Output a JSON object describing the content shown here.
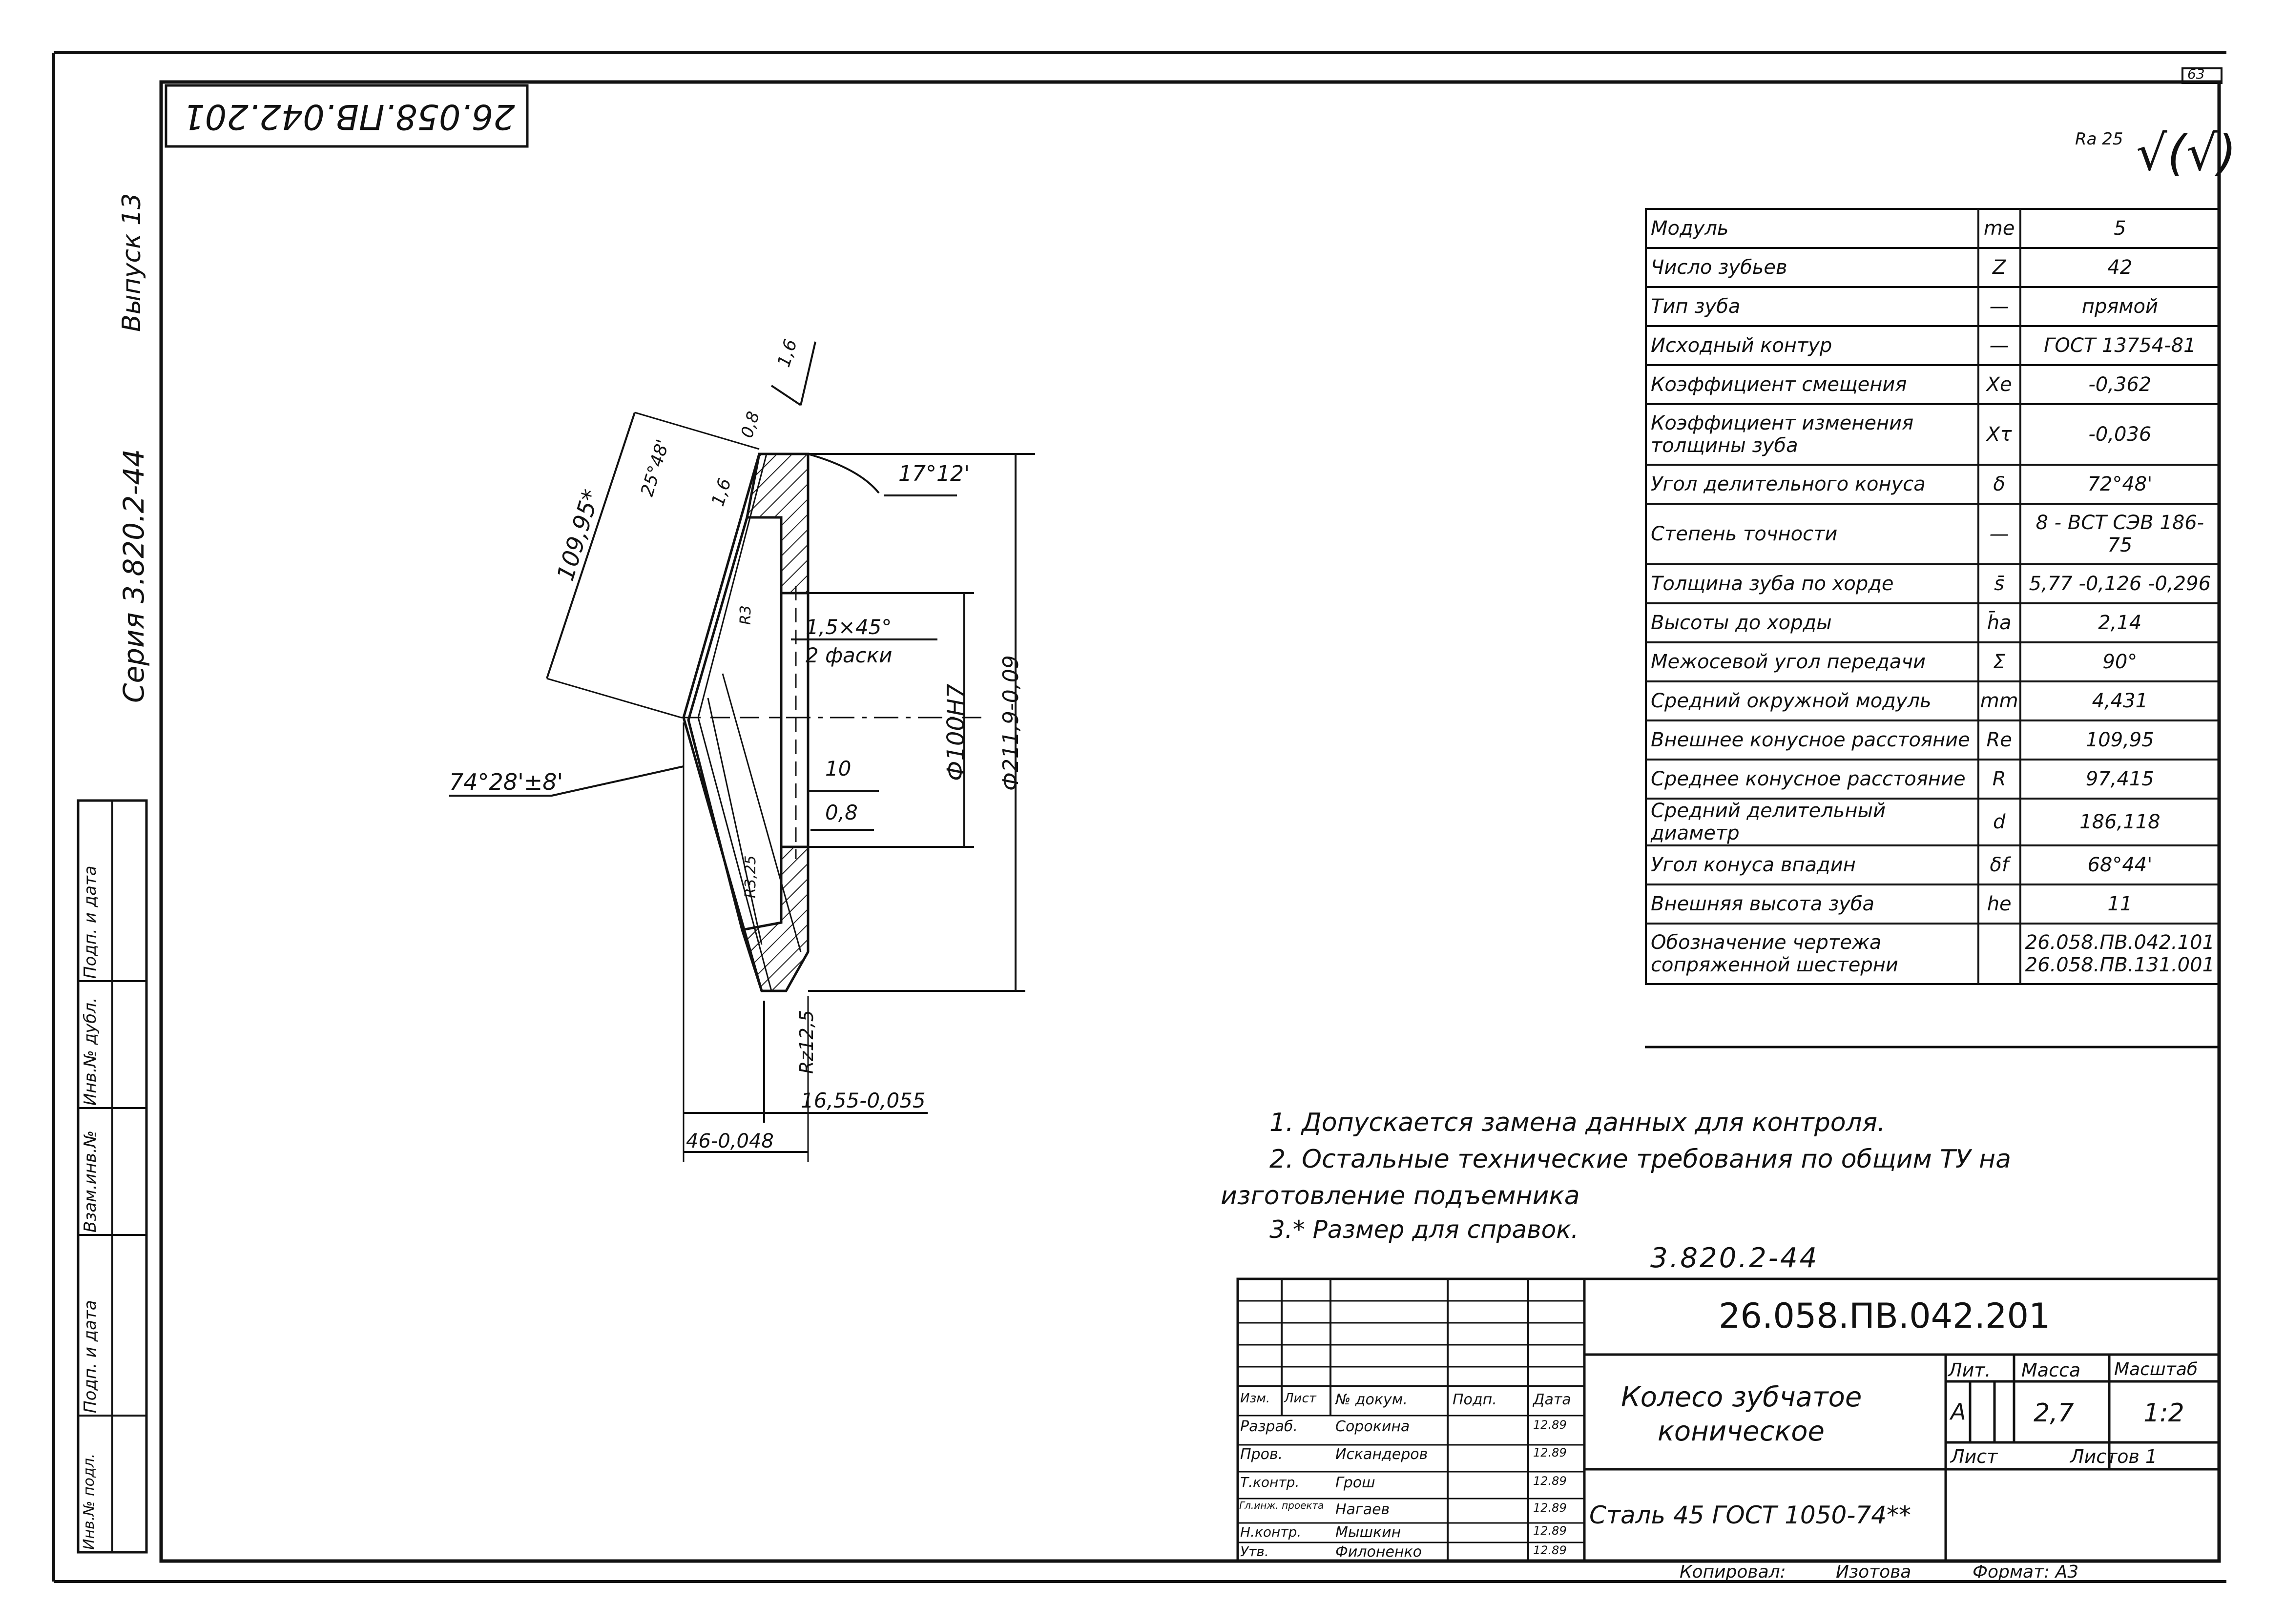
{
  "header": {
    "sheet_number": "63",
    "drawing_number_rotated": "26.058.ПВ.042.201",
    "roughness": "Ra 25",
    "margin_series": "Серия 3.820.2-44",
    "margin_issue": "Выпуск 13"
  },
  "left_stamp": [
    "Инв.№ подл.",
    "Подп. и дата",
    "Взам.инв.№",
    "Инв.№ дубл.",
    "Подп. и дата"
  ],
  "dimensions": {
    "d_109_95": "109,95*",
    "d_25_deg": "25°48'",
    "d_1_6_a": "1,6",
    "d_0_8_a": "0,8",
    "d_1_6_b": "1,6",
    "d_17_12": "17°12'",
    "d_chamfer": "1,5×45°",
    "d_chamfer_note": "2 фаски",
    "d_bore": "Ф100Н7",
    "d_outer": "Ф211,9-0,09",
    "d_10": "10",
    "d_0_8_b": "0,8",
    "d_74_28": "74°28'±8'",
    "d_rz": "Rz12,5",
    "d_16_55": "16,55-0,055",
    "d_46": "46-0,048",
    "d_r3": "R3",
    "d_r3b": "R3,25"
  },
  "params": [
    {
      "name": "Модуль",
      "sym": "me",
      "val": "5"
    },
    {
      "name": "Число зубьев",
      "sym": "Z",
      "val": "42"
    },
    {
      "name": "Тип зуба",
      "sym": "—",
      "val": "прямой"
    },
    {
      "name": "Исходный контур",
      "sym": "—",
      "val": "ГОСТ 13754-81"
    },
    {
      "name": "Коэффициент смещения",
      "sym": "Xe",
      "val": "-0,362"
    },
    {
      "name": "Коэффициент изменения толщины зуба",
      "sym": "Xτ",
      "val": "-0,036"
    },
    {
      "name": "Угол делительного конуса",
      "sym": "δ",
      "val": "72°48'"
    },
    {
      "name": "Степень точности",
      "sym": "—",
      "val": "8 - ВСТ СЭВ 186-75"
    },
    {
      "name": "Толщина зуба по хорде",
      "sym": "s̄",
      "val": "5,77 -0,126 -0,296"
    },
    {
      "name": "Высоты до хорды",
      "sym": "h̄a",
      "val": "2,14"
    },
    {
      "name": "Межосевой угол передачи",
      "sym": "Σ",
      "val": "90°"
    },
    {
      "name": "Средний окружной модуль",
      "sym": "mm",
      "val": "4,431"
    },
    {
      "name": "Внешнее конусное расстояние",
      "sym": "Re",
      "val": "109,95"
    },
    {
      "name": "Среднее конусное расстояние",
      "sym": "R",
      "val": "97,415"
    },
    {
      "name": "Средний делительный диаметр",
      "sym": "d",
      "val": "186,118"
    },
    {
      "name": "Угол конуса впадин",
      "sym": "δf",
      "val": "68°44'"
    },
    {
      "name": "Внешняя высота зуба",
      "sym": "he",
      "val": "11"
    },
    {
      "name": "Обозначение чертежа сопряженной шестерни",
      "sym": "",
      "val": "26.058.ПВ.042.101 26.058.ПВ.131.001"
    }
  ],
  "notes": [
    "1. Допускается замена данных для контроля.",
    "2. Остальные технические требования по общим ТУ на",
    "изготовление подъемника",
    "3.* Размер для справок."
  ],
  "title_block": {
    "series": "3.820.2-44",
    "designation": "26.058.ПВ.042.201",
    "name_line1": "Колесо зубчатое",
    "name_line2": "коническое",
    "material": "Сталь 45 ГОСТ 1050-74**",
    "lit_label": "Лит.",
    "mass_label": "Масса",
    "scale_label": "Масштаб",
    "lit_value": "А",
    "mass_value": "2,7",
    "scale_value": "1:2",
    "sheet_label": "Лист",
    "sheets_label": "Листов 1",
    "col_headers": [
      "Изм.",
      "Лист",
      "№ докум.",
      "Подп.",
      "Дата"
    ],
    "roles": [
      {
        "role": "Разраб.",
        "name": "Сорокина",
        "date": "12.89"
      },
      {
        "role": "Пров.",
        "name": "Искандеров",
        "date": "12.89"
      },
      {
        "role": "Т.контр.",
        "name": "Грош",
        "date": "12.89"
      },
      {
        "role": "Гл.инж. проекта",
        "name": "Нагаев",
        "date": "12.89"
      },
      {
        "role": "Н.контр.",
        "name": "Мышкин",
        "date": "12.89"
      },
      {
        "role": "Утв.",
        "name": "Филоненко",
        "date": "12.89"
      }
    ],
    "copied": "Копировал:",
    "copier": "Изотова",
    "format": "Формат: А3"
  }
}
